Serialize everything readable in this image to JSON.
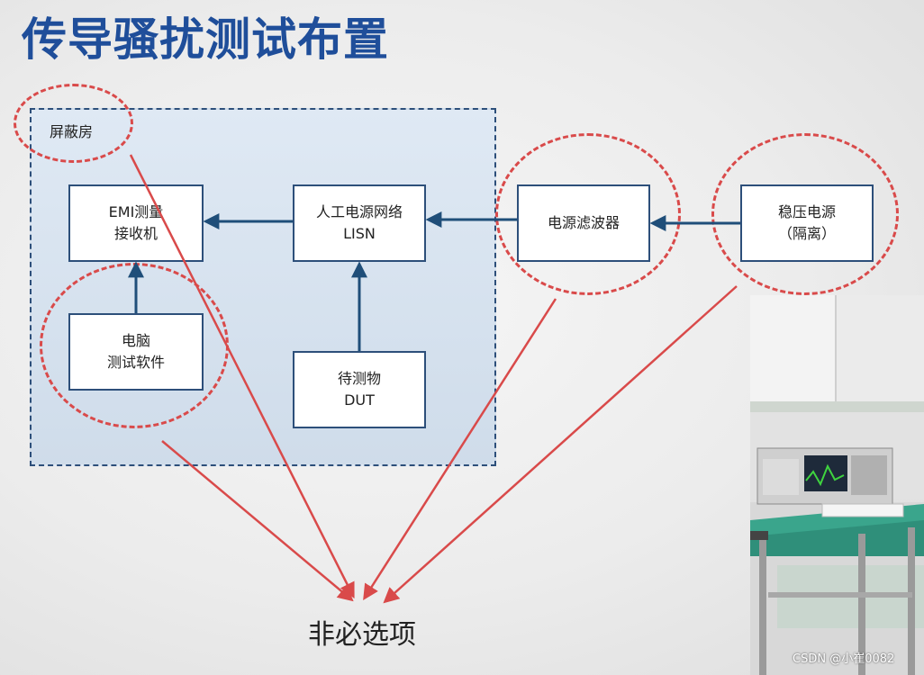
{
  "title": "传导骚扰测试布置",
  "shielded_room_label": "屏蔽房",
  "nodes": {
    "emi_receiver": [
      "EMI测量",
      "接收机"
    ],
    "lisn": [
      "人工电源网络",
      "LISN"
    ],
    "pc": [
      "电脑",
      "测试软件"
    ],
    "dut": [
      "待测物",
      "DUT"
    ],
    "filter": [
      "电源滤波器"
    ],
    "power_supply": [
      "稳压电源",
      "（隔离）"
    ]
  },
  "optional_label": "非必选项",
  "watermark": "CSDN @小崔0082",
  "colors": {
    "title": "#1f4e9a",
    "box_border": "#2d4f7a",
    "arrow": "#1f4e79",
    "annotation": "#d94a4a"
  }
}
